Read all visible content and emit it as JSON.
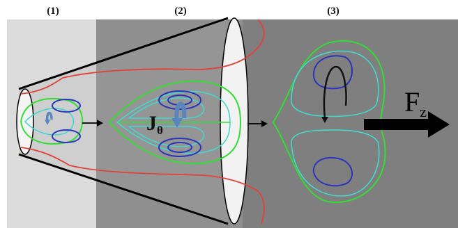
{
  "labels": {
    "stage_1": "(1)",
    "stage_2": "(2)",
    "stage_3": "(3)",
    "current_symbol": "J",
    "current_subscript": "θ",
    "force_symbol": "F",
    "force_subscript": "z"
  },
  "colors": {
    "background_left": "#dcdcdc",
    "background_mid": "#8f8f8f",
    "background_right": "#7f7f7f",
    "cone_outline": "#000000",
    "field_line_red": "#e0423a",
    "contour_green": "#33dd33",
    "contour_cyan": "#43d8d0",
    "contour_blue": "#2a35b8",
    "current_arrow": "#5a86c0",
    "force_arrow": "#000000"
  }
}
